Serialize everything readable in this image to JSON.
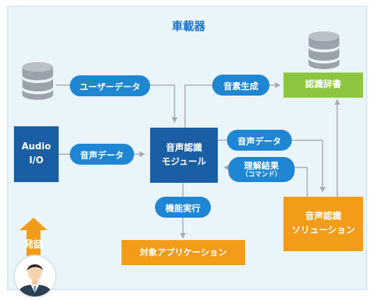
{
  "title": "車載器",
  "nodes": {
    "audio_io": "Audio\nI/O",
    "voice_module": "音声認識\nモジュール",
    "dictionary": "認識辞書",
    "voice_solution": "音声認識\nソリューション",
    "target_app": "対象アプリケーション"
  },
  "edges": {
    "user_data": "ユーザーデータ",
    "element_gen": "音素生成",
    "voice_data_in": "音声データ",
    "voice_data_out": "音声データ",
    "understanding_result": "理解結果",
    "understanding_result_sub": "（コマンド）",
    "function_exec": "機能実行"
  },
  "speech": "発話",
  "colors": {
    "dark_blue": "#1a5fa4",
    "pill_blue": "#1e86d2",
    "green": "#8cc63f",
    "orange": "#f39c1a",
    "background": "#eaf4fb"
  }
}
